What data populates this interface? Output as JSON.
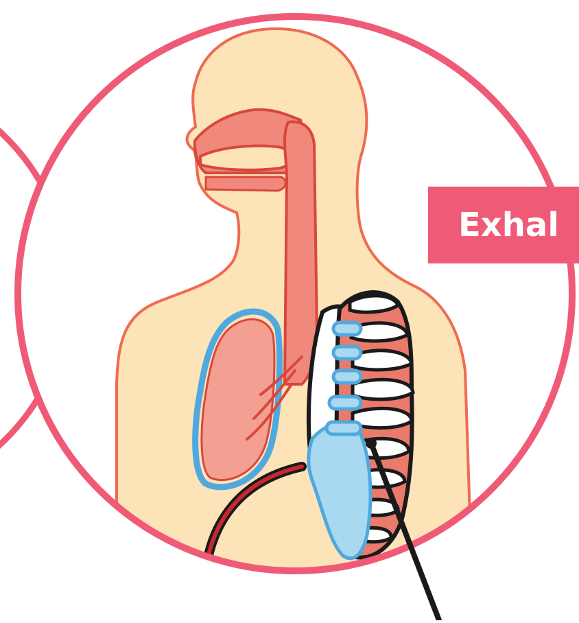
{
  "diagram": {
    "label_text": "Exhal",
    "colors": {
      "ring": "#ef5b77",
      "skin_fill": "#fde3b8",
      "skin_outline": "#ee6b52",
      "airway_fill": "#f0897c",
      "lung_outline": "#4fa9de",
      "lung_fill": "#f3a092",
      "ribcage_fill": "#e97a6c",
      "cartilage": "#a9d8f1",
      "diaphragm": "#c7282e",
      "pointer": "#1a1a1a",
      "label_bg": "#ef5b77",
      "label_text": "#ffffff"
    },
    "icons": [
      "respiratory-system-illustration",
      "ribcage-illustration",
      "pointer-line"
    ]
  }
}
